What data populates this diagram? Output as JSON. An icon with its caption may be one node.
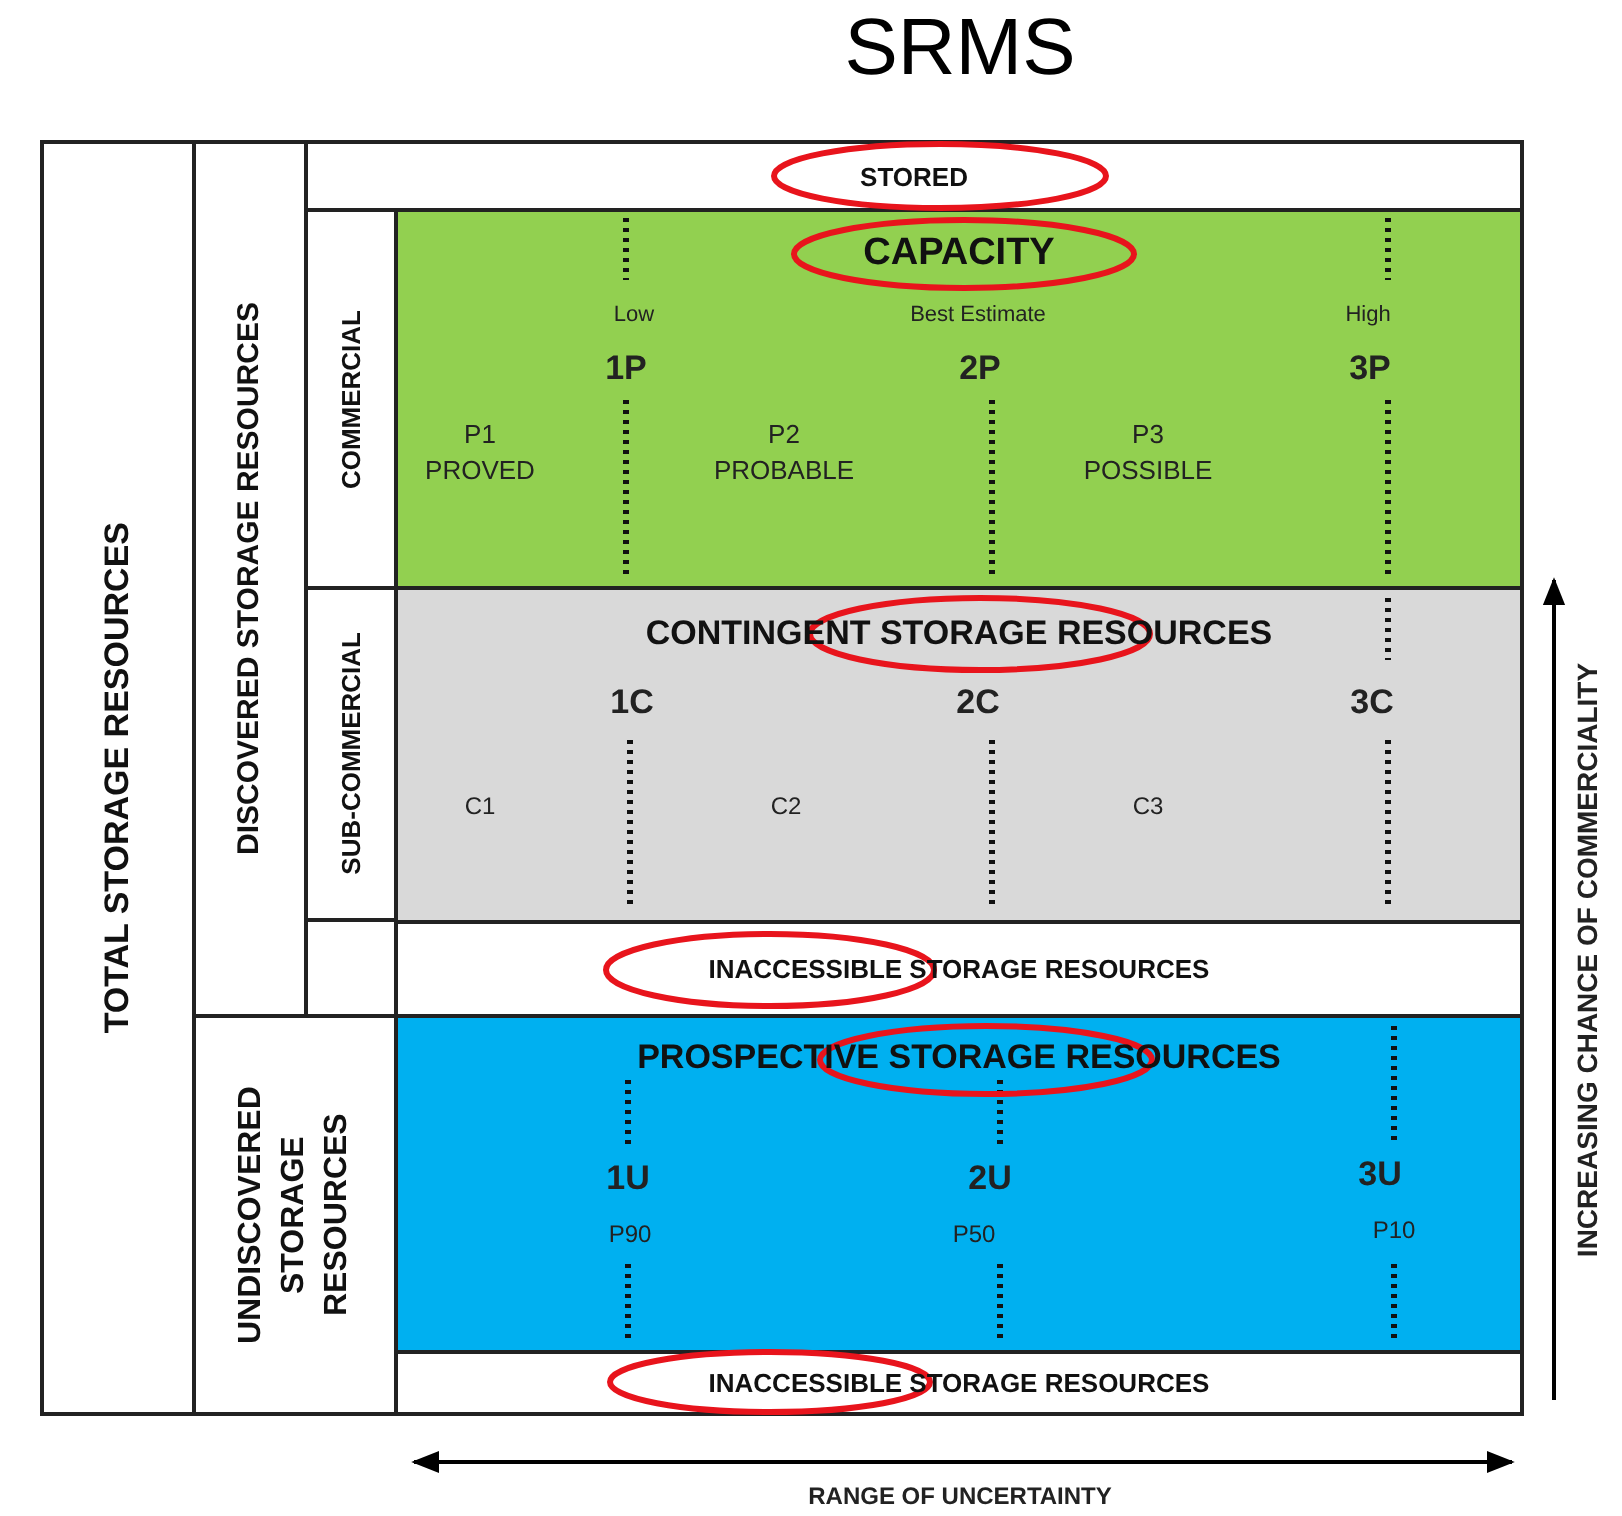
{
  "diagram": {
    "title": "SRMS",
    "nodes": [
      {
        "text": [
          "TOTAL STORAGE RESOURCES"
        ]
      },
      {
        "text": [
          "DISCOVERED STORAGE RESOURCES"
        ]
      },
      {
        "text": [
          "COMMERCIAL"
        ]
      },
      {
        "text": [
          "SUB-COMMERCIAL"
        ]
      },
      {
        "text": [
          "UNDISCOVERED STORAGE RESOURCES"
        ]
      },
      {
        "text": [
          "STORED"
        ]
      },
      {
        "text": [
          "CAPACITY"
        ]
      },
      {
        "text": [
          "CONTINGENT STORAGE RESOURCES"
        ]
      },
      {
        "text": [
          "INACCESSIBLE STORAGE RESOURCES"
        ]
      },
      {
        "text": [
          "PROSPECTIVE STORAGE RESOURCES"
        ]
      },
      {
        "text": [
          "INACCESSIBLE STORAGE RESOURCES"
        ]
      }
    ],
    "labels": [
      "Low",
      "Best Estimate",
      "High",
      "1P",
      "2P",
      "3P",
      "P1 PROVED",
      "P2 PROBABLE",
      "P3 POSSIBLE",
      "1C",
      "2C",
      "3C",
      "C1",
      "C2",
      "C3",
      "1U",
      "2U",
      "3U",
      "P90",
      "P50",
      "P10",
      "INCREASING CHANCE OF COMMERCIALITY",
      "RANGE OF UNCERTAINTY"
    ]
  }
}
